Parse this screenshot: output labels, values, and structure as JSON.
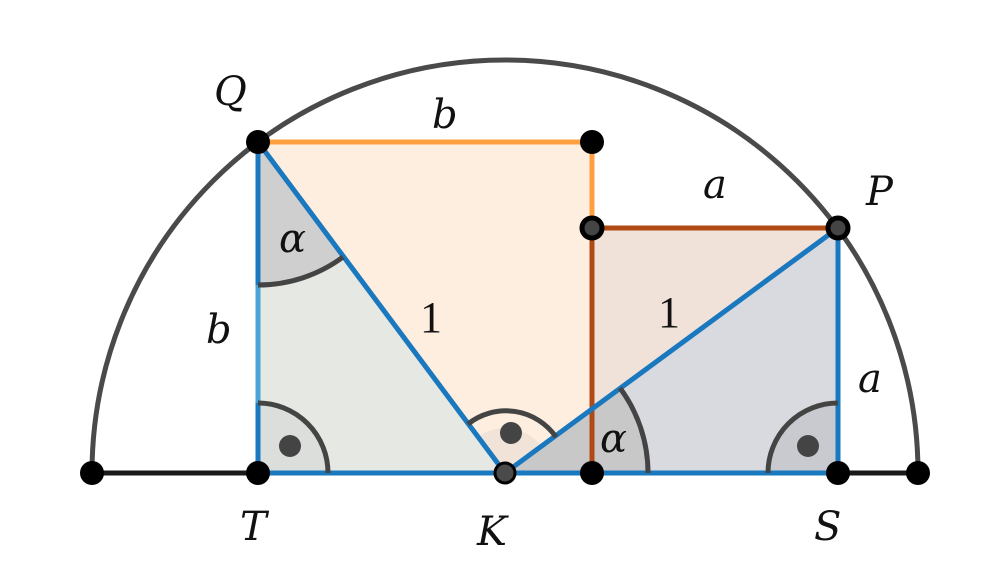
{
  "labels": {
    "Q": "Q",
    "P": "P",
    "T": "T",
    "K": "K",
    "S": "S",
    "b_top": "b",
    "b_left": "b",
    "a_top": "a",
    "a_right": "a",
    "one_left": "1",
    "one_right": "1",
    "alpha_Q": "α",
    "alpha_K": "α"
  },
  "colors": {
    "circle": "#4a4a4a",
    "blue": "#1a78bf",
    "orange": "#ffa040",
    "brown": "#b04a14",
    "orange_fill": "#feeee0",
    "brown_fill": "#f0e2d9",
    "left_triangle_fill": "#e6e8e3",
    "right_triangle_fill": "#d8dadf"
  }
}
